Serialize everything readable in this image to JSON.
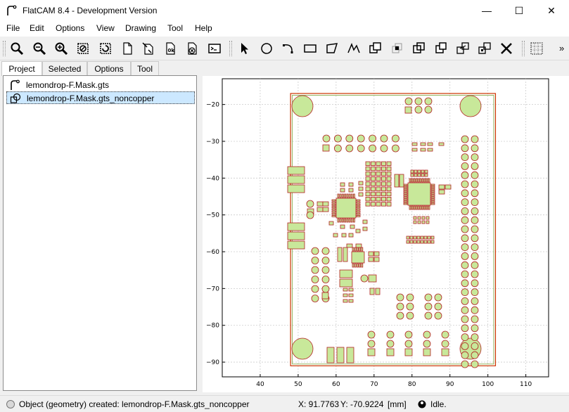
{
  "window": {
    "title": "FlatCAM 8.4 - Development Version",
    "minimize": "—",
    "maximize": "☐",
    "close": "✕"
  },
  "menu": [
    "File",
    "Edit",
    "Options",
    "View",
    "Drawing",
    "Tool",
    "Help"
  ],
  "toolbar": {
    "overflow": "»"
  },
  "tabs": [
    "Project",
    "Selected",
    "Options",
    "Tool"
  ],
  "project": {
    "items": [
      {
        "label": "lemondrop-F.Mask.gts",
        "kind": "gerber"
      },
      {
        "label": "lemondrop-F.Mask.gts_noncopper",
        "kind": "geometry"
      }
    ]
  },
  "status": {
    "message": "Object (geometry) created: lemondrop-F.Mask.gts_noncopper",
    "x_label": "X: 91.7763",
    "y_label": "Y:  -70.9224",
    "units": "[mm]",
    "state": "Idle."
  },
  "colors": {
    "pad_fill": "#c8e89a",
    "pad_stroke": "#b22222",
    "outline": "#cc3300",
    "grid": "#cccccc"
  },
  "chart_data": {
    "type": "scatter",
    "x_ticks": [
      40,
      50,
      60,
      70,
      80,
      90,
      100,
      110
    ],
    "y_ticks": [
      -20,
      -30,
      -40,
      -50,
      -60,
      -70,
      -80,
      -90
    ],
    "xlim": [
      30,
      116
    ],
    "ylim": [
      -94,
      -13
    ],
    "grid": true,
    "board_outline": {
      "x": [
        48,
        102
      ],
      "y": [
        -91,
        -17
      ]
    }
  }
}
